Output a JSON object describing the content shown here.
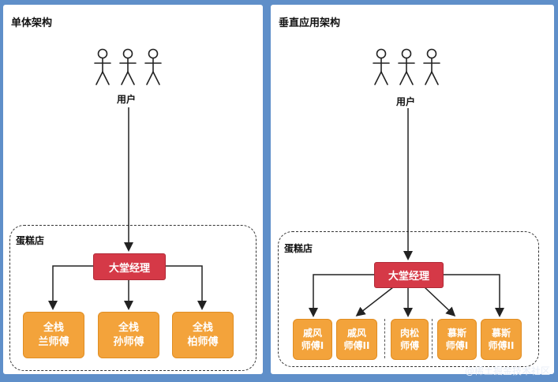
{
  "left": {
    "title": "单体架构",
    "user_label": "用户",
    "shop_label": "蛋糕店",
    "manager": "大堂经理",
    "chefs": [
      {
        "line1": "全栈",
        "line2": "兰师傅"
      },
      {
        "line1": "全栈",
        "line2": "孙师傅"
      },
      {
        "line1": "全栈",
        "line2": "柏师傅"
      }
    ]
  },
  "right": {
    "title": "垂直应用架构",
    "user_label": "用户",
    "shop_label": "蛋糕店",
    "manager": "大堂经理",
    "chefs": [
      {
        "line1": "戚风",
        "line2": "师傅I"
      },
      {
        "line1": "戚风",
        "line2": "师傅II"
      },
      {
        "line1": "肉松",
        "line2": "师傅"
      },
      {
        "line1": "慕斯",
        "line2": "师傅I"
      },
      {
        "line1": "慕斯",
        "line2": "师傅II"
      }
    ]
  },
  "watermark": "@稀土掘金技术社区",
  "colors": {
    "manager": "#d53947",
    "chef": "#f3a33b",
    "background": "#5f8fc9"
  }
}
